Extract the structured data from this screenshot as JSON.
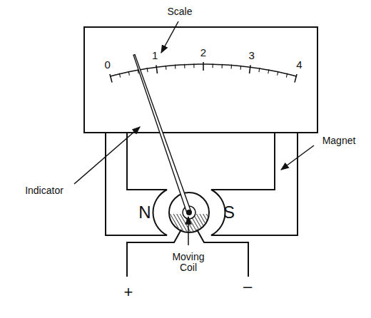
{
  "diagram": {
    "labels": [
      "Scale",
      "0",
      "1",
      "2",
      "3",
      "4",
      "Magnet",
      "Indicator",
      "N",
      "S",
      "+",
      "–",
      "Moving Coil"
    ]
  }
}
